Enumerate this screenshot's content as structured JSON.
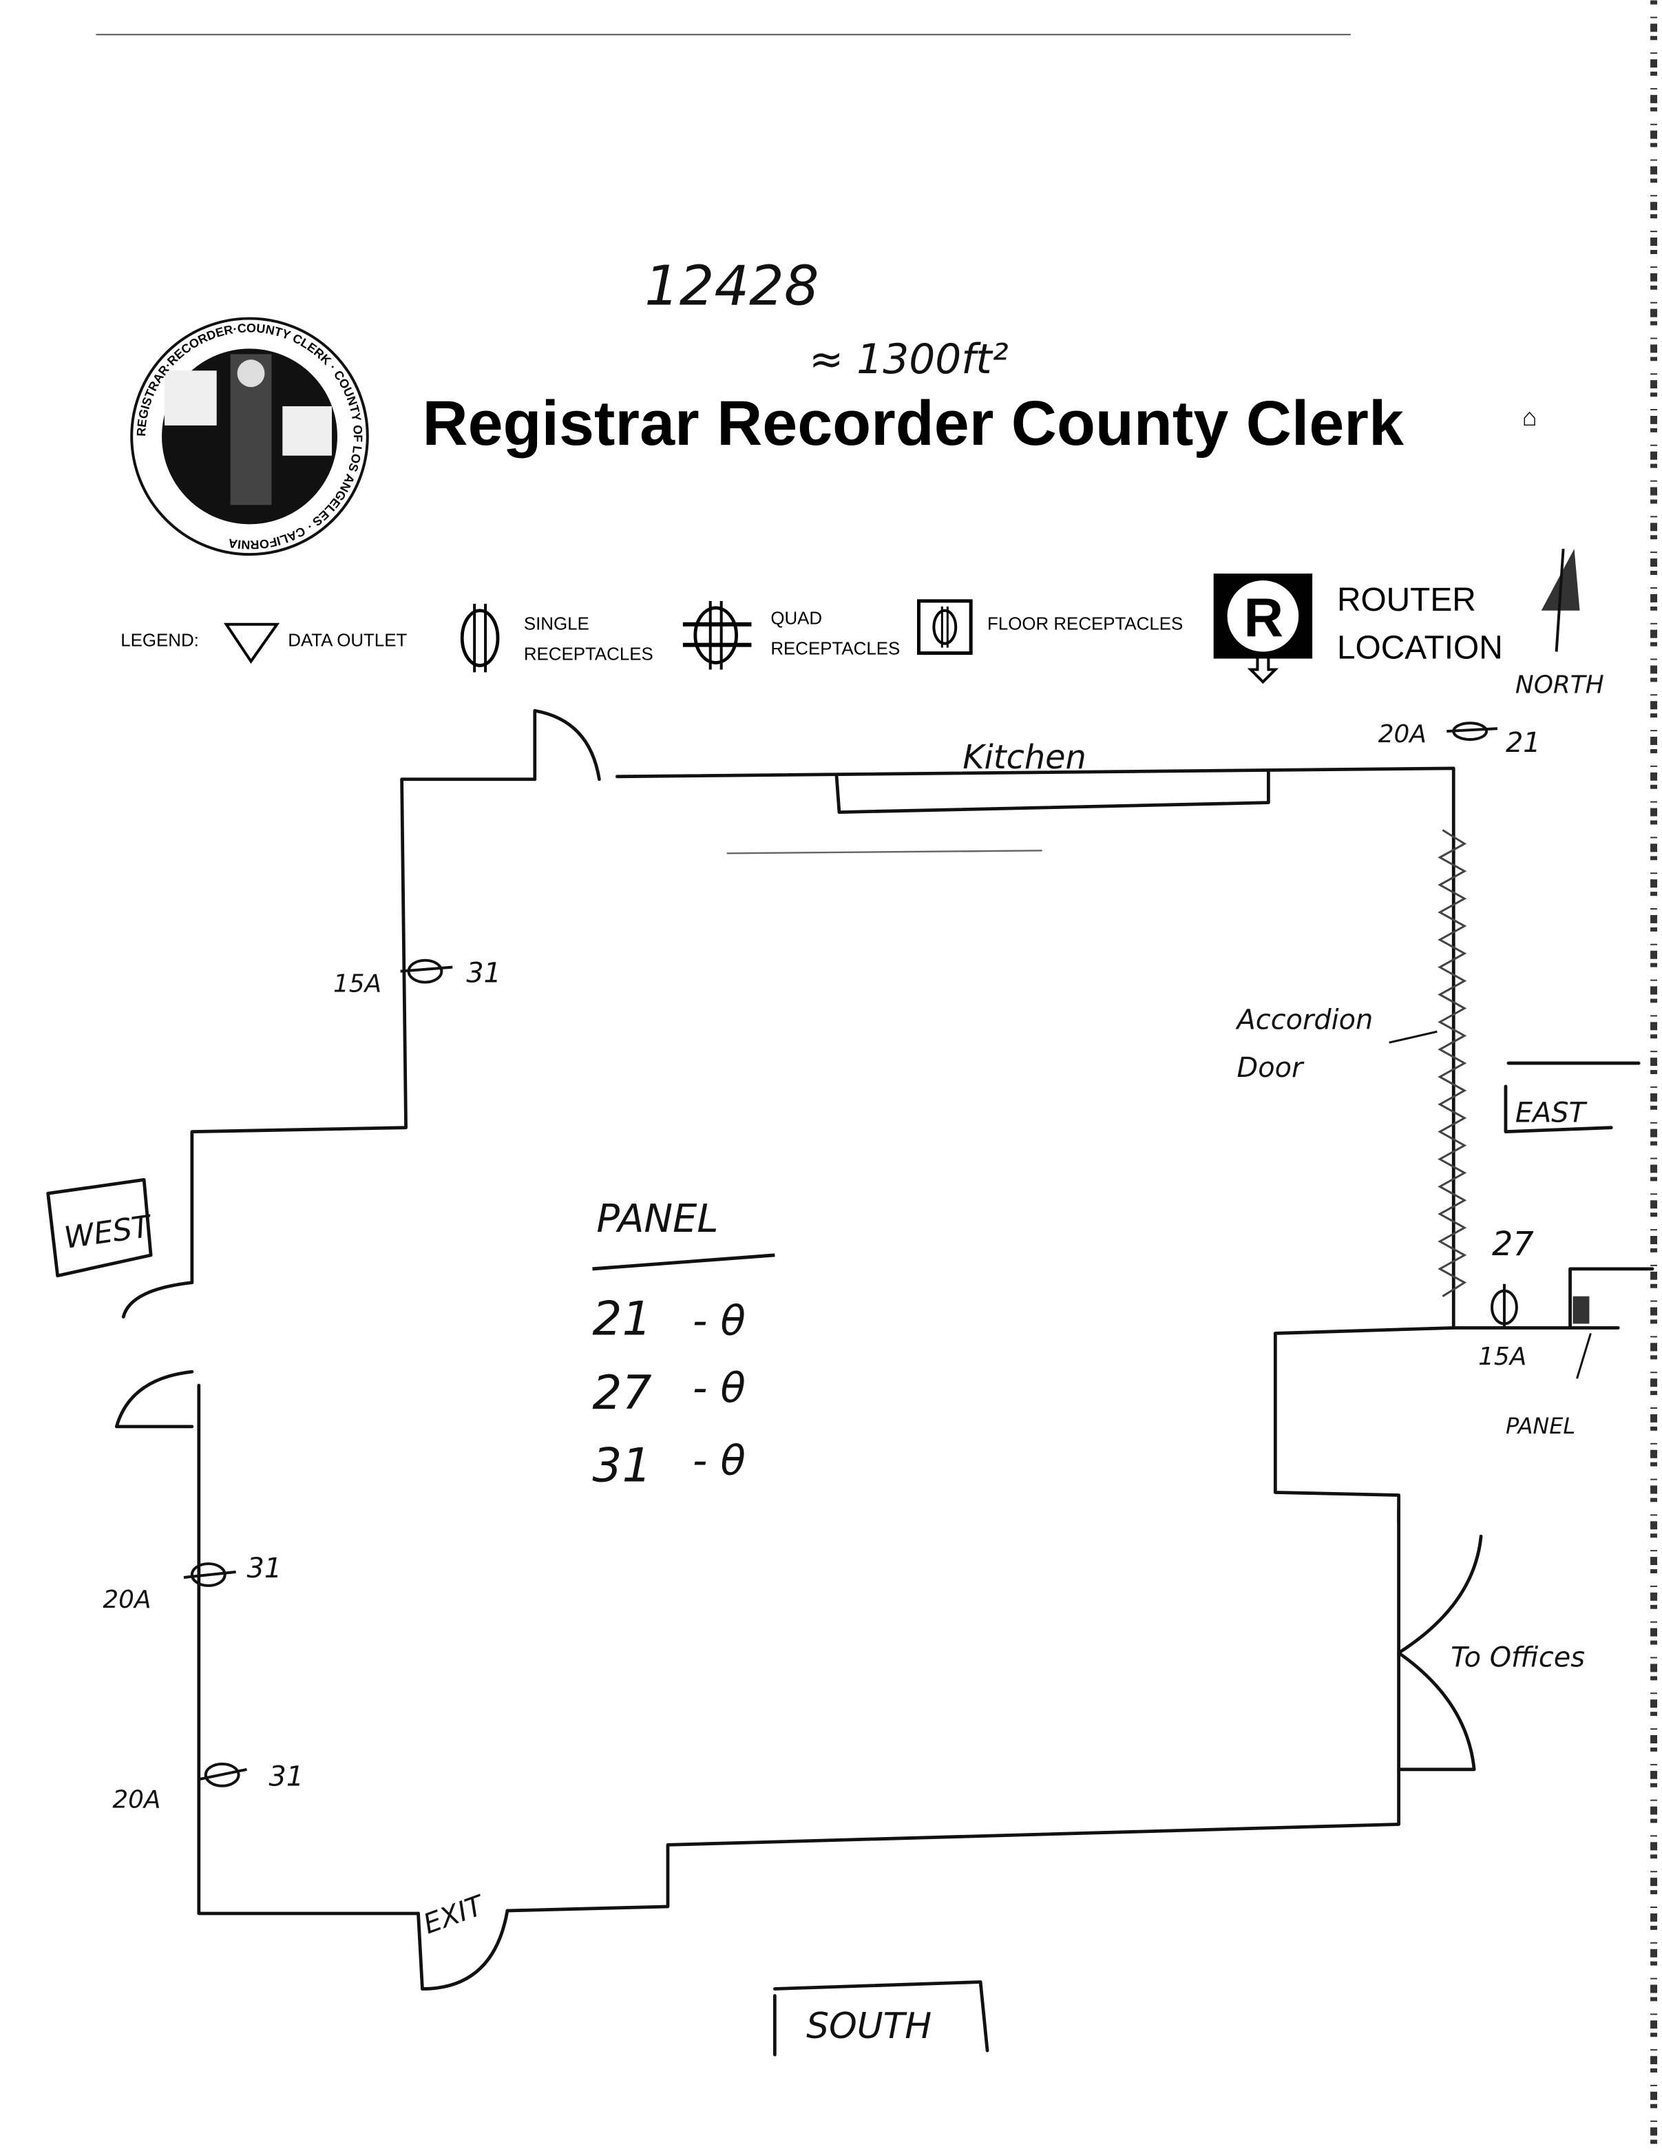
{
  "header": {
    "handwritten_id": "12428",
    "handwritten_area": "≈ 1300ft²",
    "title": "Registrar Recorder County Clerk",
    "seal_text": "REGISTRAR·RECORDER·COUNTY CLERK · COUNTY OF LOS ANGELES · CALIFORNIA"
  },
  "legend": {
    "label": "LEGEND:",
    "items": [
      {
        "icon": "data-outlet-icon",
        "label": "DATA OUTLET"
      },
      {
        "icon": "single-receptacle-icon",
        "label_line1": "SINGLE",
        "label_line2": "RECEPTACLES"
      },
      {
        "icon": "quad-receptacle-icon",
        "label_line1": "QUAD",
        "label_line2": "RECEPTACLES"
      },
      {
        "icon": "floor-receptacle-icon",
        "label": "FLOOR RECEPTACLES"
      },
      {
        "icon": "router-icon",
        "glyph": "R",
        "label_line1": "ROUTER",
        "label_line2": "LOCATION"
      }
    ]
  },
  "plan": {
    "kitchen": "Kitchen",
    "north": "NORTH",
    "south": "SOUTH",
    "east": "EAST",
    "west": "WEST",
    "accordion_door_1": "Accordion",
    "accordion_door_2": "Door",
    "exit": "EXIT",
    "to_offices": "To Offices",
    "panel_label": "PANEL",
    "outlets": [
      {
        "amp": "20A",
        "circuit": "21"
      },
      {
        "amp": "15A",
        "circuit": "31"
      },
      {
        "amp": "20A",
        "circuit": "31"
      },
      {
        "amp": "20A",
        "circuit": "31"
      },
      {
        "amp": "15A",
        "circuit": "27"
      }
    ],
    "panel_list": {
      "title": "PANEL",
      "rows": [
        {
          "circuit": "21",
          "symbol": "-  θ"
        },
        {
          "circuit": "27",
          "symbol": "-  θ"
        },
        {
          "circuit": "31",
          "symbol": "-  θ"
        }
      ]
    }
  }
}
